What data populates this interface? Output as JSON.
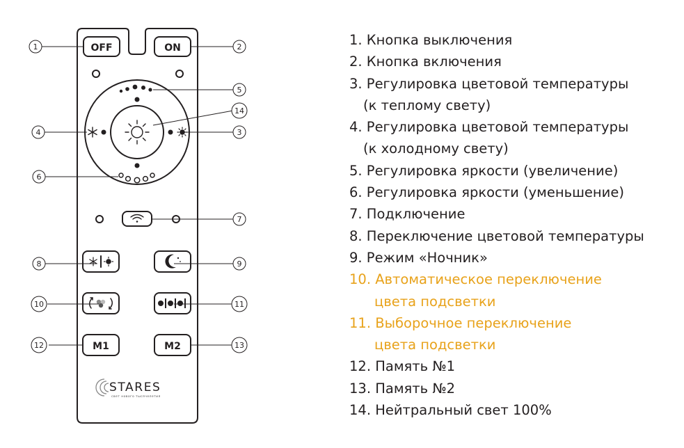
{
  "remote": {
    "off_label": "OFF",
    "on_label": "ON",
    "m1_label": "M1",
    "m2_label": "M2",
    "logo_text": "STARES",
    "logo_tagline": "свет нового тысячелетия"
  },
  "callouts": [
    "1",
    "2",
    "3",
    "4",
    "5",
    "6",
    "7",
    "8",
    "9",
    "10",
    "11",
    "12",
    "13",
    "14"
  ],
  "legend": {
    "items": [
      {
        "line1": "1. Кнопка выключения",
        "line2": "",
        "color": "#231f20"
      },
      {
        "line1": "2. Кнопка включения",
        "line2": "",
        "color": "#231f20"
      },
      {
        "line1": "3. Регулировка цветовой температуры",
        "line2": "(к теплому свету)",
        "color": "#231f20"
      },
      {
        "line1": "4. Регулировка цветовой температуры",
        "line2": "(к холодному свету)",
        "color": "#231f20"
      },
      {
        "line1": "5. Регулировка яркости (увеличение)",
        "line2": "",
        "color": "#231f20"
      },
      {
        "line1": "6. Регулировка яркости (уменьшение)",
        "line2": "",
        "color": "#231f20"
      },
      {
        "line1": "7. Подключение",
        "line2": "",
        "color": "#231f20"
      },
      {
        "line1": "8. Переключение цветовой температуры",
        "line2": "",
        "color": "#231f20"
      },
      {
        "line1": "9. Режим «Ночник»",
        "line2": "",
        "color": "#231f20"
      },
      {
        "line1": "10. Автоматическое переключение",
        "line2": "цвета подсветки",
        "color": "#e8a21a"
      },
      {
        "line1": "11. Выборочное переключение",
        "line2": "цвета подсветки",
        "color": "#e8a21a"
      },
      {
        "line1": "12. Память №1",
        "line2": "",
        "color": "#231f20"
      },
      {
        "line1": "13. Память №2",
        "line2": "",
        "color": "#231f20"
      },
      {
        "line1": "14. Нейтральный свет 100%",
        "line2": "",
        "color": "#231f20"
      }
    ]
  },
  "colors": {
    "text": "#231f20",
    "highlight": "#e8a21a",
    "outline": "#231f20"
  }
}
